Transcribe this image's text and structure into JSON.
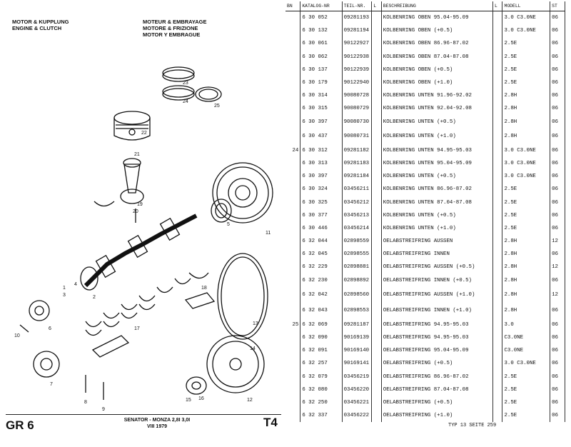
{
  "header_left": [
    "MOTOR & KUPPLUNG",
    "ENGINE & CLUTCH"
  ],
  "header_right": [
    "MOTEUR & EMBRAYAGE",
    "MOTORE & FRIZIONE",
    "MOTOR Y EMBRAGUE"
  ],
  "callouts": [
    "23",
    "24",
    "25",
    "22",
    "21",
    "20",
    "19",
    "18",
    "5",
    "11",
    "13",
    "17",
    "16",
    "6",
    "7",
    "8",
    "9",
    "10",
    "12",
    "15",
    "14",
    "2",
    "1",
    "4",
    "3"
  ],
  "footer": {
    "group": "GR 6",
    "model": "SENATOR - MONZA 2,8I 3,0I",
    "date": "VIII 1979",
    "plate": "T4"
  },
  "table": {
    "headers": {
      "bn": "BN",
      "katalog": "KATALOG-NR",
      "teil": "TEIL-NR.",
      "l1": "L",
      "beschreibung": "BESCHREIBUNG",
      "l2": "L",
      "modell": "MODELL",
      "st": "ST"
    },
    "rows": [
      {
        "bn": "",
        "katalog": "6 30 052",
        "teil": "09281193",
        "desc": "KOLBENRING OBEN 95.04-95.09",
        "modell": "3.0 C3.0NE",
        "st": "06"
      },
      {
        "bn": "",
        "katalog": "6 30 132",
        "teil": "09281194",
        "desc": "KOLBENRING OBEN (+0.5)",
        "modell": "3.0 C3.0NE",
        "st": "06"
      },
      {
        "bn": "",
        "katalog": "6 30 061",
        "teil": "90122927",
        "desc": "KOLBENRING OBEN 86.96-87.02",
        "modell": "2.5E",
        "st": "06"
      },
      {
        "bn": "",
        "katalog": "6 30 062",
        "teil": "90122938",
        "desc": "KOLBENRING OBEN 87.04-87.08",
        "modell": "2.5E",
        "st": "06"
      },
      {
        "bn": "",
        "katalog": "6 30 137",
        "teil": "90122939",
        "desc": "KOLBENRING OBEN (+0.5)",
        "modell": "2.5E",
        "st": "06"
      },
      {
        "bn": "",
        "katalog": "6 30 179",
        "teil": "90122940",
        "desc": "KOLBENRING OBEN (+1.0)",
        "modell": "2.5E",
        "st": "06"
      },
      {
        "bn": "",
        "katalog": "6 30 314",
        "teil": "90080728",
        "desc": "KOLBENRING UNTEN 91.96-92.02",
        "modell": "2.8H",
        "st": "06"
      },
      {
        "bn": "",
        "katalog": "6 30 315",
        "teil": "90080729",
        "desc": "KOLBENRING UNTEN 92.04-92.08",
        "modell": "2.8H",
        "st": "06"
      },
      {
        "bn": "",
        "katalog": "6 30 397",
        "teil": "90080730",
        "desc": "KOLBENRING UNTEN (+0.5)",
        "modell": "2.8H",
        "st": "06"
      },
      {
        "bn": "",
        "katalog": "6 30 437",
        "teil": "90080731",
        "desc": "KOLBENRING UNTEN (+1.0)",
        "modell": "2.8H",
        "st": "06",
        "tall": true
      },
      {
        "bn": "24",
        "katalog": "6 30 312",
        "teil": "09281182",
        "desc": "KOLBENRING UNTEN 94.95-95.03",
        "modell": "3.0 C3.0NE",
        "st": "06"
      },
      {
        "bn": "",
        "katalog": "6 30 313",
        "teil": "09281183",
        "desc": "KOLBENRING UNTEN 95.04-95.09",
        "modell": "3.0 C3.0NE",
        "st": "06"
      },
      {
        "bn": "",
        "katalog": "6 30 397",
        "teil": "09281184",
        "desc": "KOLBENRING UNTEN (+0.5)",
        "modell": "3.0 C3.0NE",
        "st": "06"
      },
      {
        "bn": "",
        "katalog": "6 30 324",
        "teil": "03456211",
        "desc": "KOLBENRING UNTEN 86.96-87.02",
        "modell": "2.5E",
        "st": "06"
      },
      {
        "bn": "",
        "katalog": "6 30 325",
        "teil": "03456212",
        "desc": "KOLBENRING UNTEN 87.04-87.08",
        "modell": "2.5E",
        "st": "06"
      },
      {
        "bn": "",
        "katalog": "6 30 377",
        "teil": "03456213",
        "desc": "KOLBENRING UNTEN (+0.5)",
        "modell": "2.5E",
        "st": "06"
      },
      {
        "bn": "",
        "katalog": "6 30 446",
        "teil": "03456214",
        "desc": "KOLBENRING UNTEN (+1.0)",
        "modell": "2.5E",
        "st": "06"
      },
      {
        "bn": "",
        "katalog": "6 32 044",
        "teil": "02898559",
        "desc": "OELABSTREIFRING AUSSEN",
        "modell": "2.8H",
        "st": "12"
      },
      {
        "bn": "",
        "katalog": "6 32 045",
        "teil": "02898555",
        "desc": "OELABSTREIFRING INNEN",
        "modell": "2.8H",
        "st": "06"
      },
      {
        "bn": "",
        "katalog": "6 32 229",
        "teil": "02898881",
        "desc": "OELABSTREIFRING AUSSEN (+0.5)",
        "modell": "2.8H",
        "st": "12"
      },
      {
        "bn": "",
        "katalog": "6 32 230",
        "teil": "02898892",
        "desc": "OELABSTREIFRING INNEN (+0.5)",
        "modell": "2.8H",
        "st": "06"
      },
      {
        "bn": "",
        "katalog": "6 32 042",
        "teil": "02898560",
        "desc": "OELABSTREIFRING AUSSEN (+1.0)",
        "modell": "2.8H",
        "st": "12",
        "tall": true
      },
      {
        "bn": "",
        "katalog": "6 32 043",
        "teil": "02898553",
        "desc": "OELABSTREIFRING INNEN (+1.0)",
        "modell": "2.8H",
        "st": "06",
        "tall": true
      },
      {
        "bn": "25",
        "katalog": "6 32 069",
        "teil": "09281187",
        "desc": "OELABSTREIFRING 94.95-95.03",
        "modell": "3.0",
        "st": "06"
      },
      {
        "bn": "",
        "katalog": "6 32 090",
        "teil": "90169139",
        "desc": "OELABSTREIFRING 94.95-95.03",
        "modell": "C3.0NE",
        "st": "06"
      },
      {
        "bn": "",
        "katalog": "6 32 091",
        "teil": "90169140",
        "desc": "OELABSTREIFRING 95.04-95.09",
        "modell": "C3.0NE",
        "st": "06"
      },
      {
        "bn": "",
        "katalog": "6 32 257",
        "teil": "90169141",
        "desc": "OELABSTREIFRING (+0.5)",
        "modell": "3.0 C3.0NE",
        "st": "06"
      },
      {
        "bn": "",
        "katalog": "6 32 079",
        "teil": "03456219",
        "desc": "OELABSTREIFRING 86.96-87.02",
        "modell": "2.5E",
        "st": "06"
      },
      {
        "bn": "",
        "katalog": "6 32 080",
        "teil": "03456220",
        "desc": "OELABSTREIFRING 87.04-87.08",
        "modell": "2.5E",
        "st": "06"
      },
      {
        "bn": "",
        "katalog": "6 32 250",
        "teil": "03456221",
        "desc": "OELABSTREIFRING (+0.5)",
        "modell": "2.5E",
        "st": "06"
      },
      {
        "bn": "",
        "katalog": "6 32 337",
        "teil": "03456222",
        "desc": "OELABSTREIFRING (+1.0)",
        "modell": "2.5E",
        "st": "06"
      }
    ],
    "page_ref": "TYP 13 SEITE 259"
  }
}
